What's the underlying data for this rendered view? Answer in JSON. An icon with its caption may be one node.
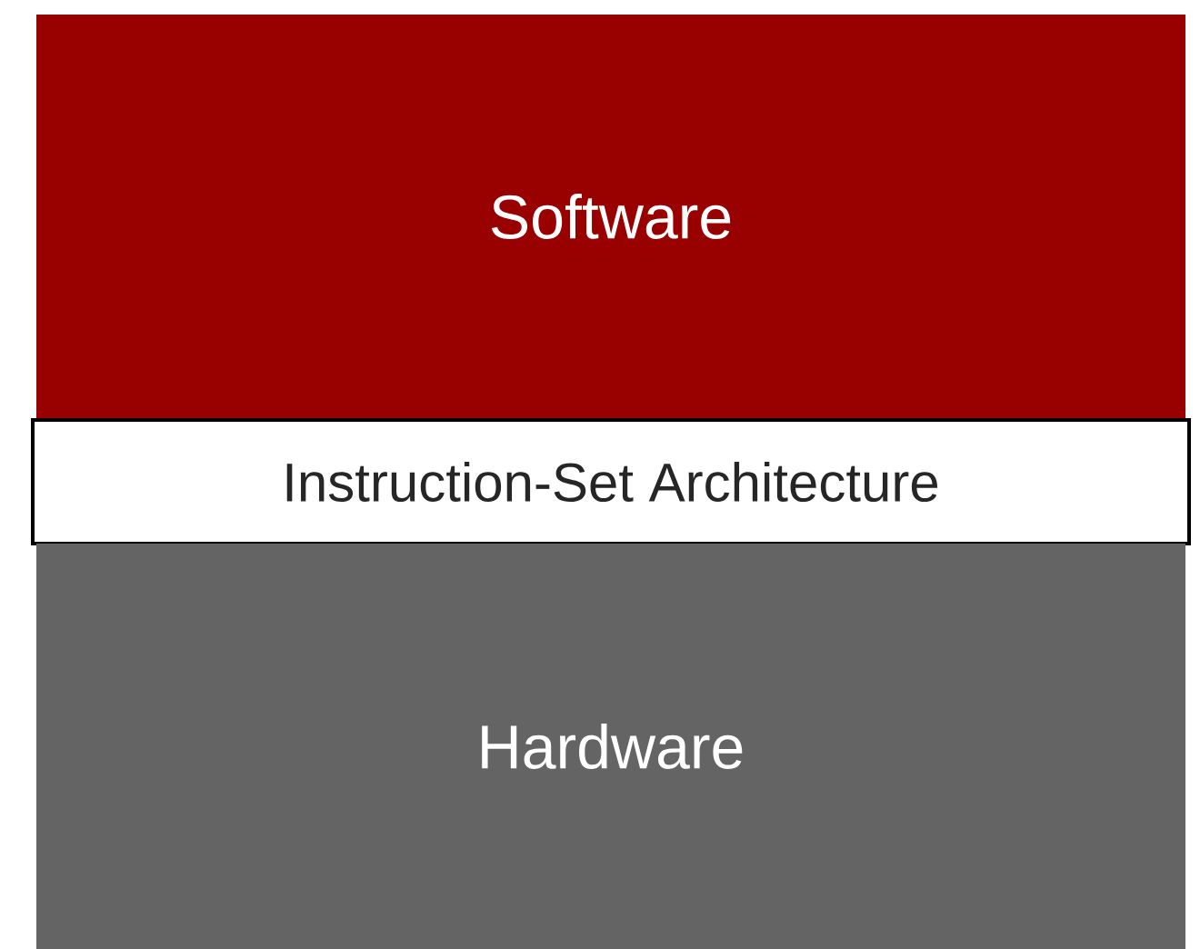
{
  "diagram": {
    "nodes": [
      {
        "text": [
          "Software"
        ]
      },
      {
        "text": [
          "Instruction-Set Architecture"
        ]
      },
      {
        "text": [
          "Hardware"
        ]
      }
    ]
  }
}
